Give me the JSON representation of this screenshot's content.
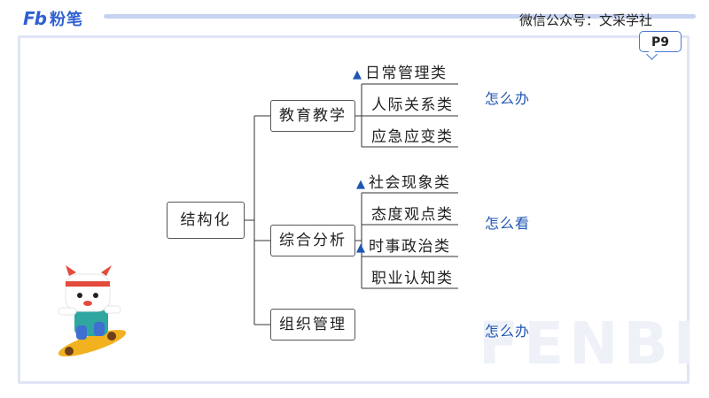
{
  "header": {
    "logo_mark": "Fb",
    "logo_text": "粉笔",
    "wechat": "微信公众号：文采学社",
    "page_tag": "P9",
    "watermark": "FENBI"
  },
  "mindmap": {
    "root": "结构化",
    "branches": [
      {
        "label": "教育教学",
        "action": "怎么办",
        "leaves": [
          {
            "label": "日常管理类",
            "marked": true
          },
          {
            "label": "人际关系类",
            "marked": false
          },
          {
            "label": "应急应变类",
            "marked": false
          }
        ]
      },
      {
        "label": "综合分析",
        "action": "怎么看",
        "leaves": [
          {
            "label": "社会现象类",
            "marked": true
          },
          {
            "label": "态度观点类",
            "marked": false
          },
          {
            "label": "时事政治类",
            "marked": true
          },
          {
            "label": "职业认知类",
            "marked": false
          }
        ]
      },
      {
        "label": "组织管理",
        "action": "怎么办",
        "leaves": []
      }
    ]
  },
  "colors": {
    "accent": "#1f56b3",
    "logo": "#2f5fd0",
    "frame": "#dfe5f6"
  },
  "icons": {
    "marker": "triangle-up",
    "mascot": "skateboard-mascot"
  }
}
